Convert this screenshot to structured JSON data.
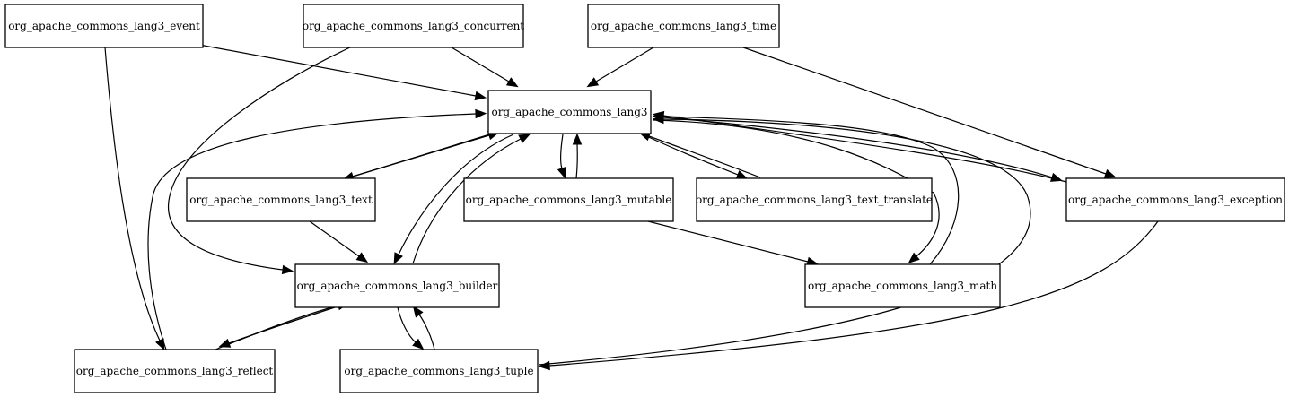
{
  "diagram": {
    "type": "package-dependency-graph",
    "nodes": [
      {
        "id": "event",
        "label": "org_apache_commons_lang3_event"
      },
      {
        "id": "concurrent",
        "label": "org_apache_commons_lang3_concurrent"
      },
      {
        "id": "time",
        "label": "org_apache_commons_lang3_time"
      },
      {
        "id": "lang3",
        "label": "org_apache_commons_lang3"
      },
      {
        "id": "text",
        "label": "org_apache_commons_lang3_text"
      },
      {
        "id": "mutable",
        "label": "org_apache_commons_lang3_mutable"
      },
      {
        "id": "text_translate",
        "label": "org_apache_commons_lang3_text_translate"
      },
      {
        "id": "exception",
        "label": "org_apache_commons_lang3_exception"
      },
      {
        "id": "builder",
        "label": "org_apache_commons_lang3_builder"
      },
      {
        "id": "math",
        "label": "org_apache_commons_lang3_math"
      },
      {
        "id": "reflect",
        "label": "org_apache_commons_lang3_reflect"
      },
      {
        "id": "tuple",
        "label": "org_apache_commons_lang3_tuple"
      }
    ],
    "edges": [
      {
        "from": "event",
        "to": "lang3"
      },
      {
        "from": "event",
        "to": "reflect"
      },
      {
        "from": "concurrent",
        "to": "lang3"
      },
      {
        "from": "concurrent",
        "to": "builder"
      },
      {
        "from": "time",
        "to": "lang3"
      },
      {
        "from": "time",
        "to": "exception"
      },
      {
        "from": "lang3",
        "to": "text"
      },
      {
        "from": "text",
        "to": "lang3"
      },
      {
        "from": "lang3",
        "to": "mutable"
      },
      {
        "from": "mutable",
        "to": "lang3"
      },
      {
        "from": "lang3",
        "to": "text_translate"
      },
      {
        "from": "text_translate",
        "to": "lang3"
      },
      {
        "from": "lang3",
        "to": "exception"
      },
      {
        "from": "exception",
        "to": "lang3"
      },
      {
        "from": "lang3",
        "to": "builder"
      },
      {
        "from": "builder",
        "to": "lang3"
      },
      {
        "from": "lang3",
        "to": "math"
      },
      {
        "from": "math",
        "to": "lang3"
      },
      {
        "from": "tuple",
        "to": "lang3"
      },
      {
        "from": "reflect",
        "to": "lang3"
      },
      {
        "from": "text",
        "to": "builder"
      },
      {
        "from": "mutable",
        "to": "math"
      },
      {
        "from": "exception",
        "to": "tuple"
      },
      {
        "from": "builder",
        "to": "reflect"
      },
      {
        "from": "reflect",
        "to": "builder"
      },
      {
        "from": "builder",
        "to": "tuple"
      },
      {
        "from": "tuple",
        "to": "builder"
      }
    ]
  }
}
